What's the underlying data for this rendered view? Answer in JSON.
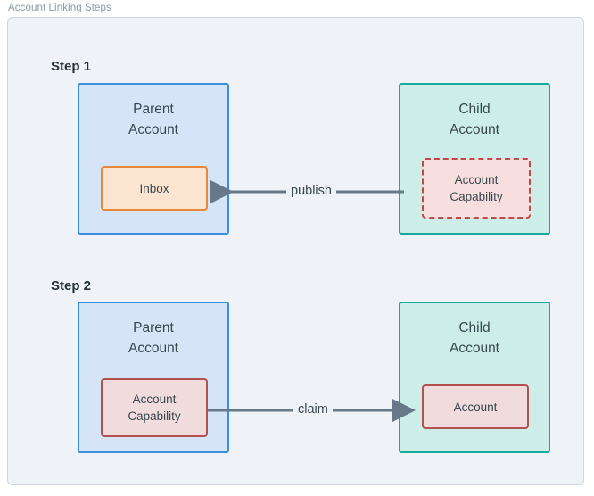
{
  "caption": "Account Linking Steps",
  "colors": {
    "frame_bg": "#eff2f6",
    "frame_border": "#ced5e0",
    "parent_fill": "#d6e4f7",
    "parent_border": "#3d8ddd",
    "child_fill": "#cdeee8",
    "child_border": "#17aa9a",
    "inbox_fill": "#fce5d0",
    "inbox_border": "#e8873b",
    "capability_fill": "#f7dfdf",
    "capability_border": "#bb4b4b",
    "account_fill": "#f0dcdc",
    "account_border": "#b35151",
    "arrow": "#66788a",
    "text": "#37474f",
    "caption_text": "#8c98a8"
  },
  "steps": [
    {
      "label": "Step 1",
      "parent": {
        "title": "Parent\nAccount",
        "chip": "Inbox"
      },
      "child": {
        "title": "Child\nAccount",
        "chip": "Account\nCapability"
      },
      "edge": {
        "label": "publish",
        "direction": "left",
        "from": "child",
        "to": "parent"
      }
    },
    {
      "label": "Step 2",
      "parent": {
        "title": "Parent\nAccount",
        "chip": "Account\nCapability"
      },
      "child": {
        "title": "Child\nAccount",
        "chip": "Account"
      },
      "edge": {
        "label": "claim",
        "direction": "right",
        "from": "parent",
        "to": "child"
      }
    }
  ]
}
